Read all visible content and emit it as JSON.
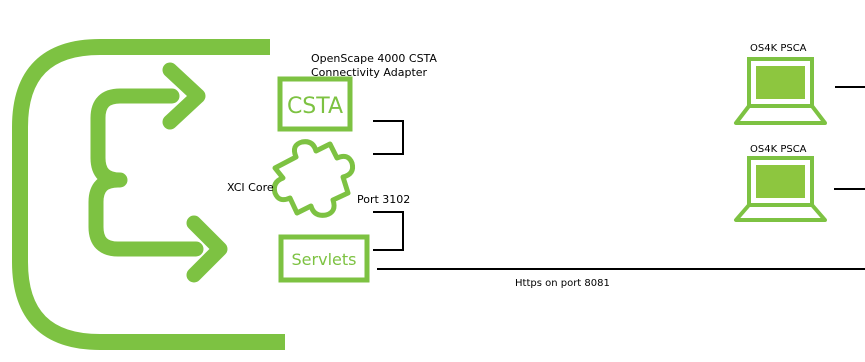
{
  "colors": {
    "brand_green": "#7dc242",
    "screen_green": "#8dc63f",
    "line": "#000000",
    "text": "#000000",
    "background": "#ffffff"
  },
  "icons": {
    "logo": "openscape-logo-icon",
    "puzzle": "puzzle-piece-icon",
    "laptop": "laptop-icon"
  },
  "diagram": {
    "csta_caption_line1": "OpenScape 4000 CSTA",
    "csta_caption_line2": "Connectivity Adapter",
    "csta_label": "CSTA",
    "xci_core_label": "XCI Core",
    "port_label": "Port 3102",
    "servlets_label": "Servlets",
    "https_label": "Https on port 8081",
    "laptop1_label": "OS4K PSCA",
    "laptop2_label": "OS4K PSCA"
  }
}
